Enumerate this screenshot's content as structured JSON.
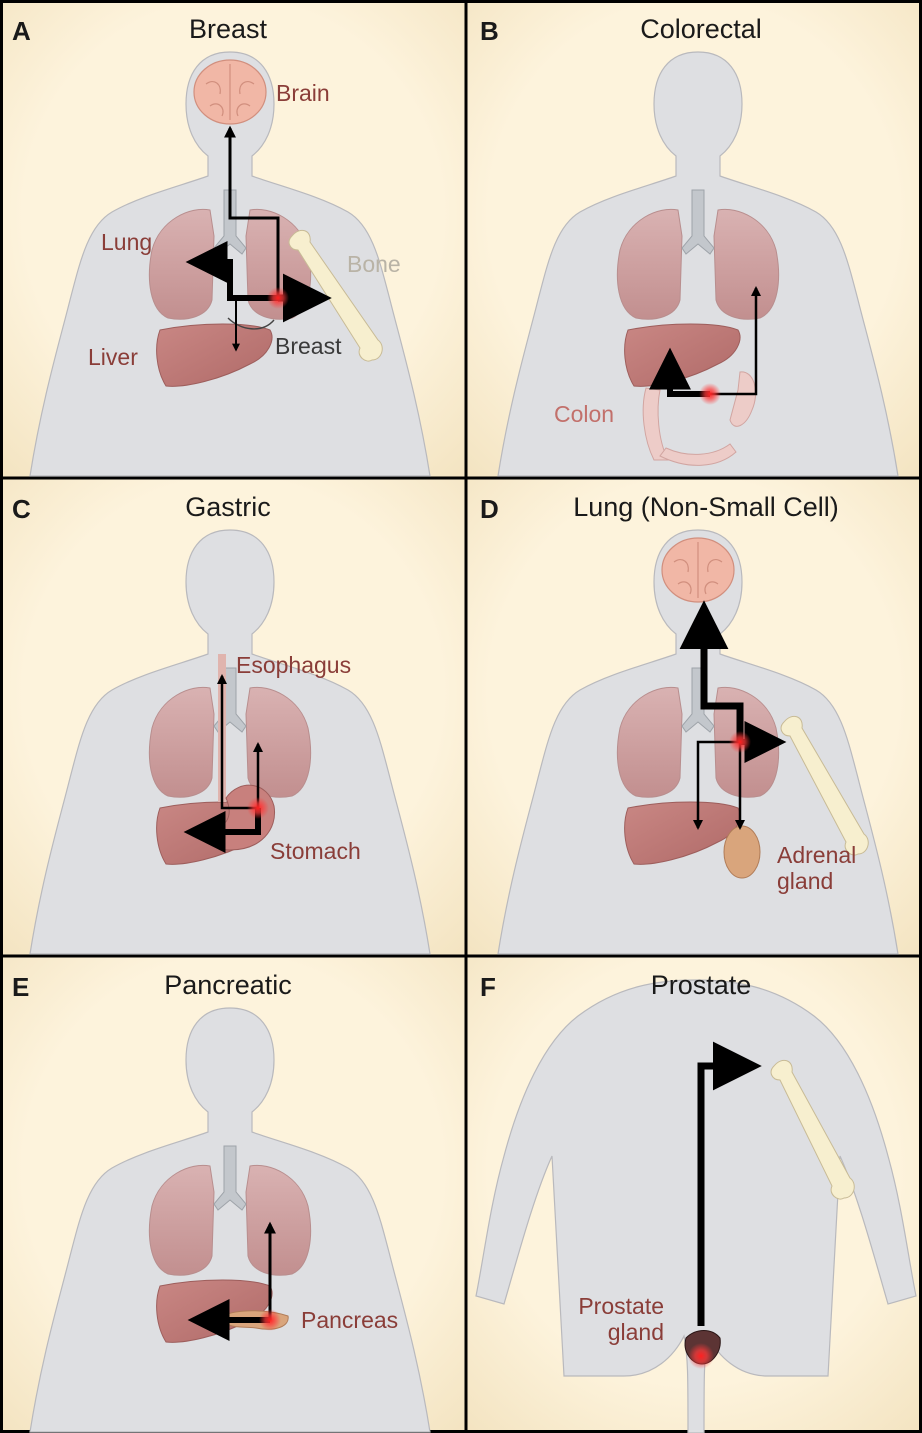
{
  "colors": {
    "panel_bg": "#fdf3dc",
    "panel_bg_edge": "#f3e3c0",
    "body_fill": "#dedfe2",
    "body_stroke": "#b9b9bd",
    "lung_fill": "#cfa3a3",
    "liver_fill": "#bf7a78",
    "brain_fill": "#f1b7a6",
    "bone_fill": "#f7efcf",
    "trachea_fill": "#c3c7cc",
    "tumor": "#ff3030",
    "arrow": "#000000",
    "label_organ": "#8a3d38",
    "label_bone": "#b9b3a6",
    "label_dark": "#3a3a3a"
  },
  "panels": [
    {
      "letter": "A",
      "title": "Breast",
      "labels": [
        {
          "text": "Brain",
          "color": "label_organ"
        },
        {
          "text": "Lung",
          "color": "label_organ"
        },
        {
          "text": "Bone",
          "color": "label_bone"
        },
        {
          "text": "Breast",
          "color": "label_dark"
        },
        {
          "text": "Liver",
          "color": "label_organ"
        }
      ]
    },
    {
      "letter": "B",
      "title": "Colorectal",
      "labels": [
        {
          "text": "Colon",
          "color": "label_organ"
        }
      ]
    },
    {
      "letter": "C",
      "title": "Gastric",
      "labels": [
        {
          "text": "Esophagus",
          "color": "label_organ"
        },
        {
          "text": "Stomach",
          "color": "label_organ"
        }
      ]
    },
    {
      "letter": "D",
      "title": "Lung (Non-Small Cell)",
      "labels": [
        {
          "text": "Adrenal",
          "color": "label_organ"
        },
        {
          "text": "gland",
          "color": "label_organ"
        }
      ]
    },
    {
      "letter": "E",
      "title": "Pancreatic",
      "labels": [
        {
          "text": "Pancreas",
          "color": "label_organ"
        }
      ]
    },
    {
      "letter": "F",
      "title": "Prostate",
      "labels": [
        {
          "text": "Prostate",
          "color": "label_organ"
        },
        {
          "text": "gland",
          "color": "label_organ"
        }
      ]
    }
  ]
}
